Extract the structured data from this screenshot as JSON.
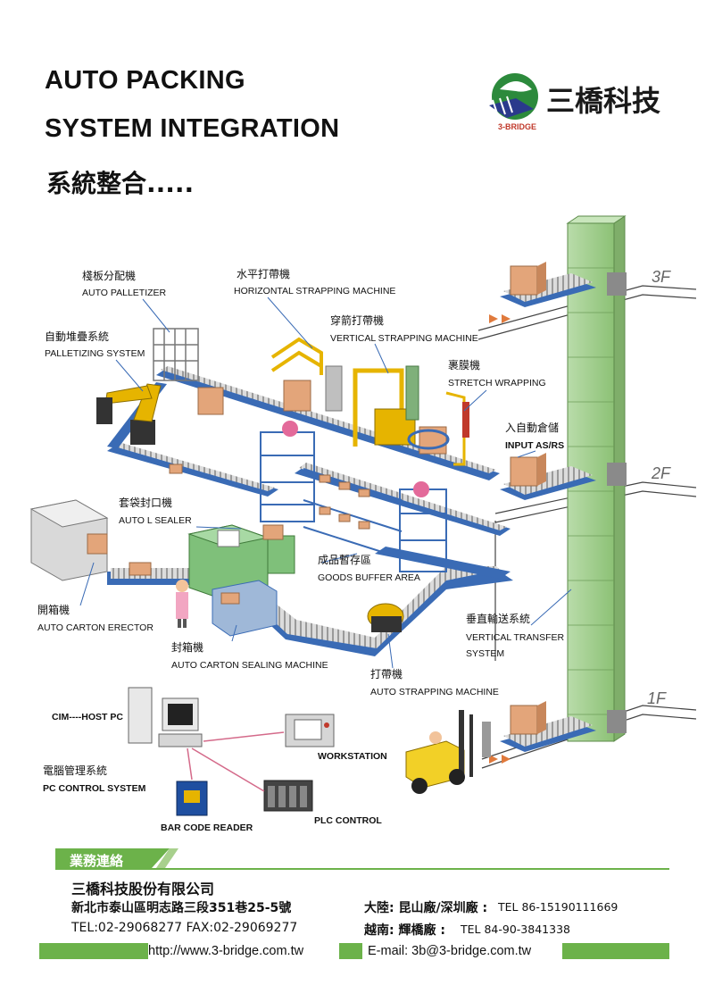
{
  "header": {
    "title_line1": "AUTO PACKING",
    "title_line2": "SYSTEM INTEGRATION",
    "title_cn": "系統整合.....",
    "company_cn": "三橋科技",
    "logo_text": "3-BRIDGE"
  },
  "floors": {
    "f3": "3F",
    "f2": "2F",
    "f1": "1F"
  },
  "labels": {
    "auto_palletizer_cn": "棧板分配機",
    "auto_palletizer_en": "AUTO PALLETIZER",
    "horizontal_strapping_cn": "水平打帶機",
    "horizontal_strapping_en": "HORIZONTAL STRAPPING MACHINE",
    "palletizing_cn": "自動堆疊系統",
    "palletizing_en": "PALLETIZING SYSTEM",
    "vertical_strapping_cn": "穿箭打帶機",
    "vertical_strapping_en": "VERTICAL STRAPPING MACHINE",
    "stretch_cn": "裹膜機",
    "stretch_en": "STRETCH WRAPPING",
    "asrs_cn": "入自動倉儲",
    "asrs_en": "INPUT AS/RS",
    "l_sealer_cn": "套袋封口機",
    "l_sealer_en": "AUTO L SEALER",
    "buffer_cn": "成品暫存區",
    "buffer_en": "GOODS BUFFER AREA",
    "erector_cn": "開箱機",
    "erector_en": "AUTO CARTON ERECTOR",
    "vertical_transfer_cn": "垂直輸送系統",
    "vertical_transfer_en1": "VERTICAL TRANSFER",
    "vertical_transfer_en2": "SYSTEM",
    "sealing_cn": "封箱機",
    "sealing_en": "AUTO CARTON SEALING MACHINE",
    "auto_strapping_cn": "打帶機",
    "auto_strapping_en": "AUTO STRAPPING MACHINE",
    "host_pc": "CIM----HOST PC",
    "workstation": "WORKSTATION",
    "pc_control_cn": "電腦管理系統",
    "pc_control_en": "PC CONTROL SYSTEM",
    "plc": "PLC CONTROL",
    "barcode": "BAR CODE READER"
  },
  "contact": {
    "section_title": "業務連絡",
    "company": "三橋科技股份有限公司",
    "address": "新北市泰山區明志路三段351巷25-5號",
    "tel_fax": "TEL:02-29068277 FAX:02-29069277",
    "china_label": "大陸: 昆山廠/深圳廠 :",
    "china_tel": "TEL 86-15190111669",
    "vietnam_label": "越南: 輝橋廠 :",
    "vietnam_tel": "TEL 84-90-3841338",
    "website": "http://www.3-bridge.com.tw",
    "email": "E-mail: 3b@3-bridge.com.tw"
  },
  "colors": {
    "conveyor": "#3a6bb5",
    "roller": "#c9c9c9",
    "tower": "#9ccc8a",
    "brand_green": "#6cb24a",
    "brand_navy": "#2a3a8c"
  }
}
